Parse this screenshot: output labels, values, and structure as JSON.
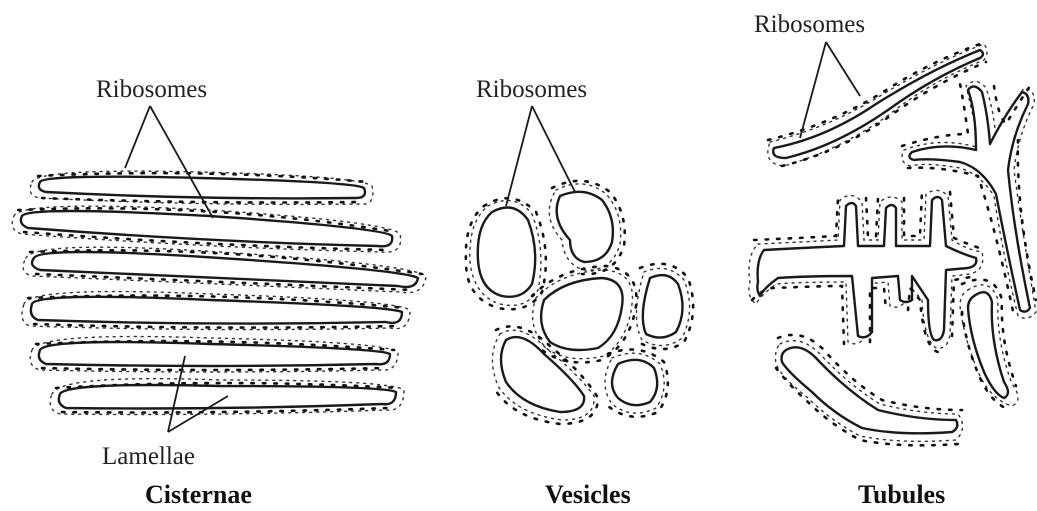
{
  "panels": {
    "cisternae": {
      "caption": "Cisternae",
      "top_label": "Ribosomes",
      "bottom_label": "Lamellae"
    },
    "vesicles": {
      "caption": "Vesicles",
      "top_label": "Ribosomes"
    },
    "tubules": {
      "caption": "Tubules",
      "top_label": "Ribosomes"
    }
  }
}
